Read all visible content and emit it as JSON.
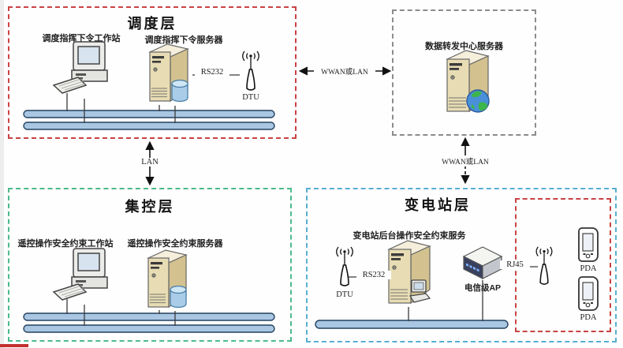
{
  "dispatch_layer": {
    "title": "调度层",
    "workstation_label": "调度指挥下令工作站",
    "server_label": "调度指挥下令服务器",
    "rs232_label": "RS232",
    "dtu_label": "DTU"
  },
  "forward_center": {
    "server_label": "数据转发中心服务器"
  },
  "control_layer": {
    "title": "集控层",
    "workstation_label": "遥控操作安全约束工作站",
    "server_label": "遥控操作安全约束服务器"
  },
  "substation_layer": {
    "title": "变电站层",
    "server_label": "变电站后台操作安全约束服务",
    "dtu_label": "DTU",
    "rs232_label": "RS232",
    "ap_label": "电信级AP",
    "rj45_label": "RJ45",
    "pda_labels": [
      "PDA",
      "PDA"
    ]
  },
  "links": {
    "dispatch_forward_label": "WWAN或LAN",
    "dispatch_control_label": "LAN",
    "forward_substation_label": "WWAN或LAN"
  },
  "colors": {
    "dispatch_border": "#c94343",
    "forward_border": "#8c8c8c",
    "control_border": "#4cba8c",
    "substation_border": "#58aed2",
    "pda_zone_border": "#c94343",
    "bus_fill": "#a9c6e3",
    "bus_stroke": "#24405e",
    "server_body": "#e6dab2",
    "crop_line_red": "#c23030"
  }
}
